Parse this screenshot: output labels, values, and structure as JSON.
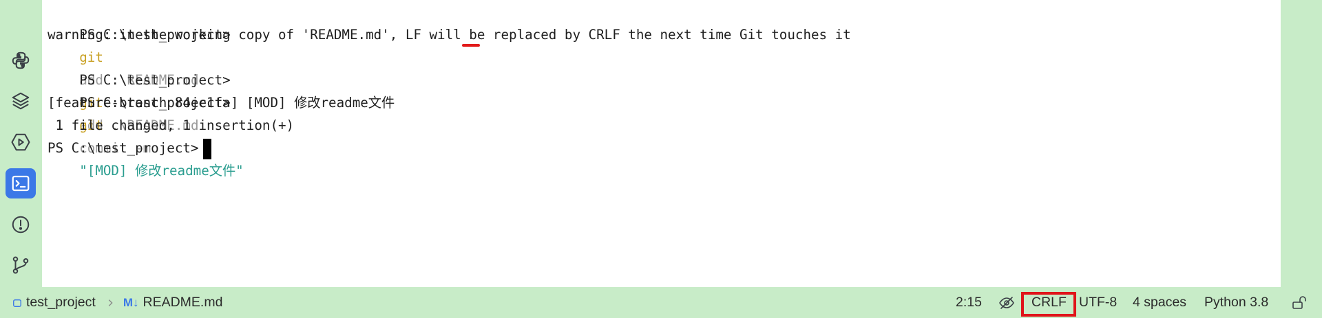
{
  "terminal": {
    "line1": {
      "prompt": "PS C:\\test_project>",
      "cmd": "git",
      "args": "add .\\README.md"
    },
    "line2": {
      "pre": "warning: in the working copy of 'README.md', ",
      "lf": "LF",
      "post": " will be replaced by CRLF the next time Git touches it"
    },
    "line3": {
      "prompt": "PS C:\\test_project>",
      "cmd": "git",
      "args": "add .\\README.md"
    },
    "line4": {
      "prompt": "PS C:\\test_project>",
      "cmd": "git",
      "args": "commit -m",
      "msg": "\"[MOD] 修改readme文件\""
    },
    "line5": {
      "text": "[feature-branch 84ec1fa] [MOD] 修改readme文件"
    },
    "line6": {
      "text": " 1 file changed, 1 insertion(+)"
    },
    "line7": {
      "prompt": "PS C:\\test_project>"
    }
  },
  "statusbar": {
    "project": "test_project",
    "file_icon": "M↓",
    "file": "README.md",
    "position": "2:15",
    "line_ending": "CRLF",
    "encoding": "UTF-8",
    "indent": "4 spaces",
    "interpreter": "Python 3.8"
  },
  "icons": {
    "sidebar": [
      "python-icon",
      "layers-icon",
      "services-icon",
      "terminal-icon",
      "problems-icon",
      "git-icon"
    ],
    "status": [
      "folder-square-icon",
      "chevron-right-icon",
      "inspections-off-icon",
      "lock-icon"
    ]
  },
  "colors": {
    "accent": "#3b78e7",
    "keyword": "#c9a227",
    "string": "#2a9d8f",
    "highlight": "#e0141a"
  }
}
